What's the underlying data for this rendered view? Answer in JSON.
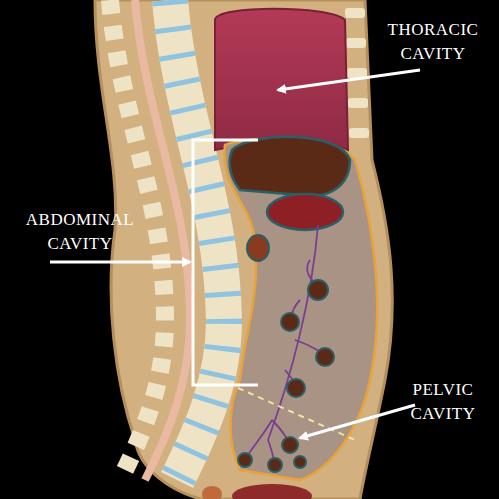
{
  "diagram": {
    "labels": [
      "THORACIC CAVITY",
      "ABDOMINAL CAVITY",
      "PELVIC CAVITY"
    ]
  }
}
